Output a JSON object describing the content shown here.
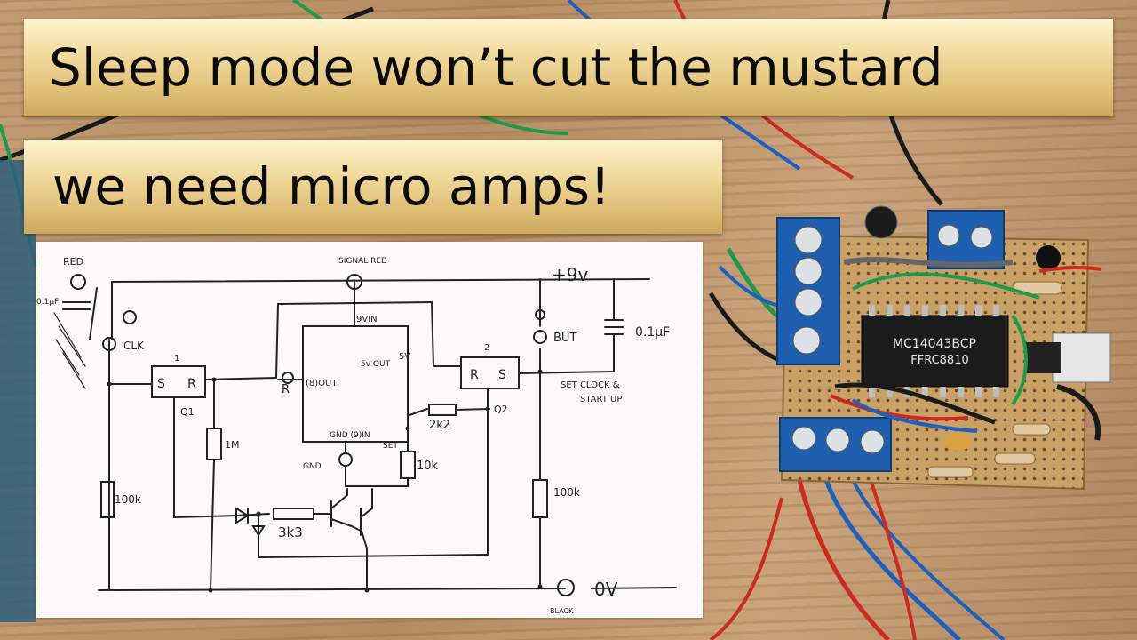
{
  "caption": {
    "line1": "Sleep mode won’t cut the mustard",
    "line2": "we need micro amps!"
  },
  "schematic": {
    "red": "RED",
    "signal_red": "SIGNAL RED",
    "plus_9v": "+9v",
    "nine_vin": "9VIN",
    "clk": "CLK",
    "cap_left": "0.1µF",
    "ff1_num": "1",
    "ff1_s": "S",
    "ff1_r": "R",
    "q1": "Q1",
    "r_1m": "1M",
    "r_100k_left": "100k",
    "r_pin": "R",
    "eight_out": "(8)OUT",
    "five_v_out": "5v OUT",
    "five_v": "5V",
    "gnd_9in": "GND (9)IN",
    "set": "SET",
    "gnd": "GND",
    "r_10k": "10k",
    "r_2k2": "2k2",
    "r_3k3": "3k3",
    "ff2_num": "2",
    "ff2_r": "R",
    "ff2_s": "S",
    "q2": "Q2",
    "but": "BUT",
    "cap_right": "0.1µF",
    "set_clock": "SET CLOCK &",
    "start_up": "START UP",
    "r_100k_right": "100k",
    "zero_v": "0V",
    "black": "BLACK"
  },
  "board": {
    "chip_line1": "MC14043BCP",
    "chip_line2": "FFRC8810"
  },
  "colors": {
    "banner_gold": "#e2c27a",
    "caption_text": "#0b0b0b",
    "terminal_blue": "#1f5fb0",
    "board_tan": "#c9a066"
  }
}
